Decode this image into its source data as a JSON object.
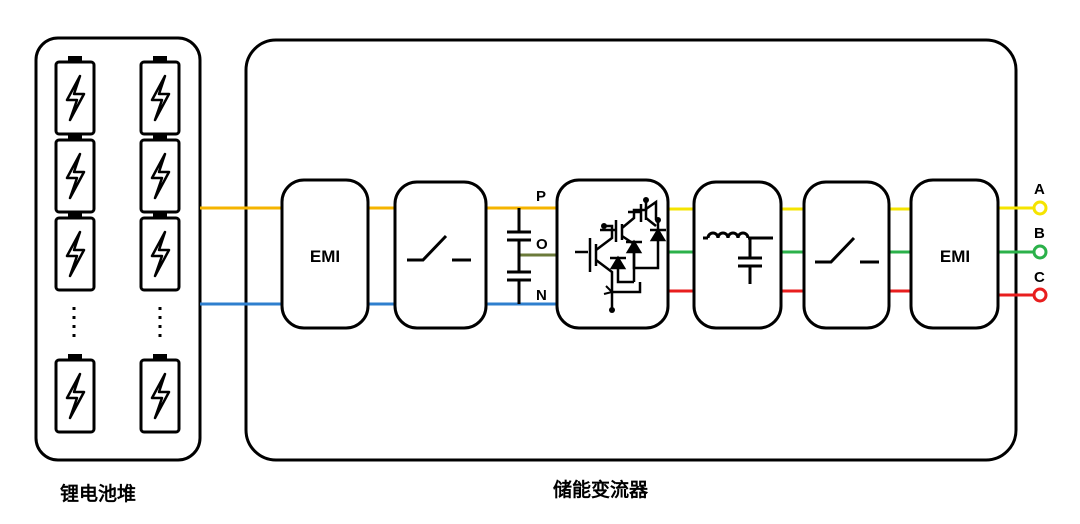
{
  "battery_stack": {
    "label": "锂电池堆"
  },
  "pcs": {
    "label": "储能变流器"
  },
  "filters": {
    "input_label": "EMI",
    "output_label": "EMI"
  },
  "dc_bus": {
    "p_label": "P",
    "o_label": "O",
    "n_label": "N"
  },
  "phases": [
    {
      "label": "A",
      "color": "#f5e400"
    },
    {
      "label": "B",
      "color": "#2bb14a"
    },
    {
      "label": "C",
      "color": "#e81e1e"
    }
  ],
  "colors": {
    "dc_positive": "#f5b400",
    "dc_negative": "#2f7fce",
    "dc_mid": "#6b7a3a"
  }
}
